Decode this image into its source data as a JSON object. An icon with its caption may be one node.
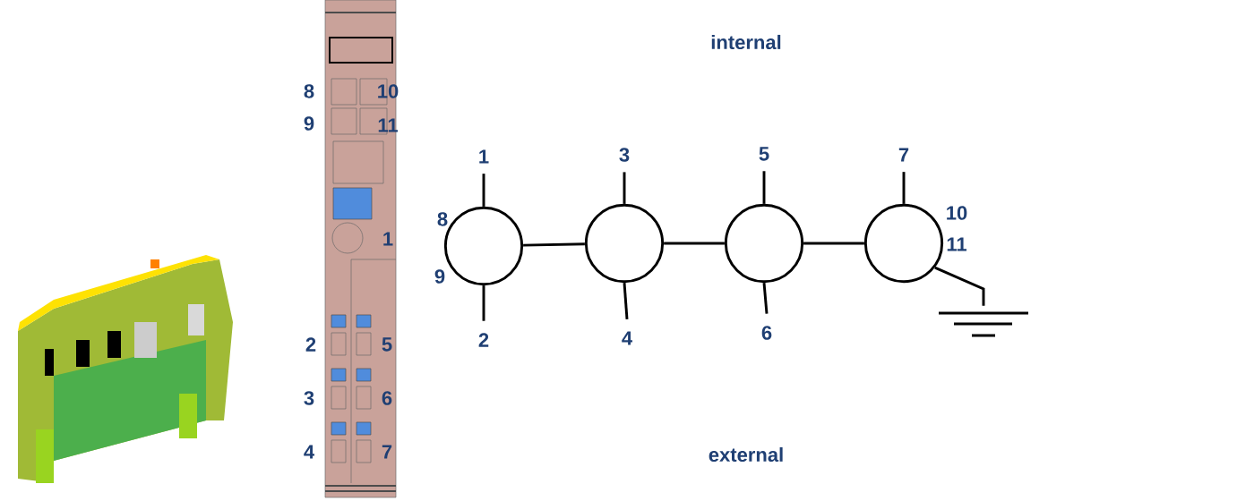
{
  "diagram": {
    "nodes": [
      {
        "text": [
          "1"
        ]
      },
      {
        "text": [
          "3"
        ]
      },
      {
        "text": [
          "5"
        ]
      },
      {
        "text": [
          "7"
        ]
      },
      {
        "text": [],
        "shape": "circle",
        "beside": [
          "8",
          "9"
        ]
      },
      {
        "text": [],
        "shape": "circle"
      },
      {
        "text": [],
        "shape": "circle"
      },
      {
        "text": [],
        "shape": "circle",
        "beside": [
          "10",
          "11"
        ]
      },
      {
        "text": [
          "2"
        ]
      },
      {
        "text": [
          "4"
        ]
      },
      {
        "text": [
          "6"
        ]
      },
      {
        "text": [],
        "shape": "ground"
      }
    ],
    "edges": [
      {
        "from": 0,
        "to": 4,
        "arrow": "none"
      },
      {
        "from": 1,
        "to": 5,
        "arrow": "none"
      },
      {
        "from": 2,
        "to": 6,
        "arrow": "none"
      },
      {
        "from": 3,
        "to": 7,
        "arrow": "none"
      },
      {
        "from": 4,
        "to": 5,
        "arrow": "none"
      },
      {
        "from": 5,
        "to": 6,
        "arrow": "none"
      },
      {
        "from": 6,
        "to": 7,
        "arrow": "none"
      },
      {
        "from": 4,
        "to": 8,
        "arrow": "none"
      },
      {
        "from": 5,
        "to": 9,
        "arrow": "none"
      },
      {
        "from": 6,
        "to": 10,
        "arrow": "none"
      },
      {
        "from": 7,
        "to": 11,
        "arrow": "none"
      }
    ],
    "labels": [
      "internal",
      "8",
      "10",
      "9",
      "11",
      "1",
      "2",
      "5",
      "3",
      "6",
      "4",
      "7",
      "external"
    ]
  }
}
